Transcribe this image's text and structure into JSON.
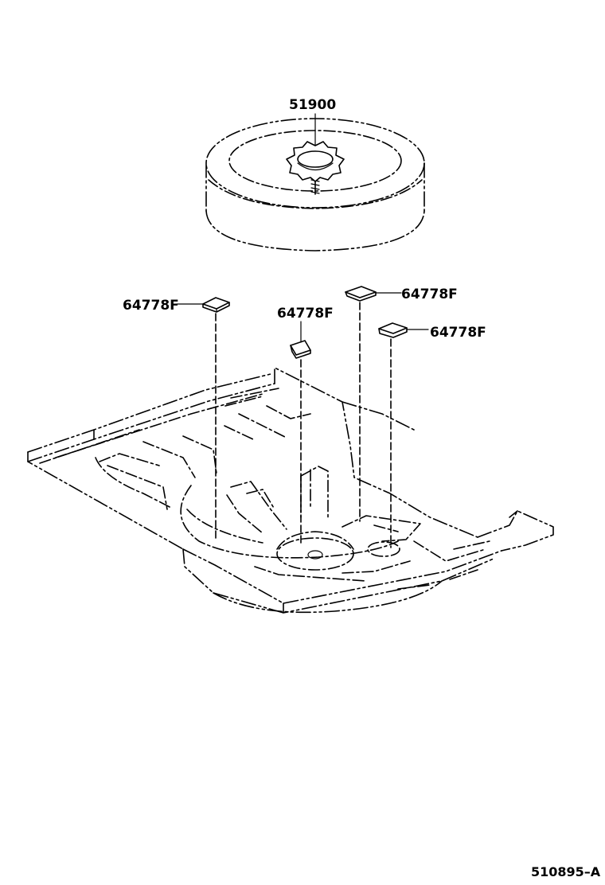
{
  "diagram": {
    "parts": [
      {
        "id": "spare-wheel-hold-down-bolt",
        "label": "51900"
      },
      {
        "id": "cushion-left",
        "label": "64778F"
      },
      {
        "id": "cushion-center",
        "label": "64778F"
      },
      {
        "id": "cushion-right-upper",
        "label": "64778F"
      },
      {
        "id": "cushion-right-lower",
        "label": "64778F"
      }
    ],
    "reference_code": "510895–A"
  }
}
